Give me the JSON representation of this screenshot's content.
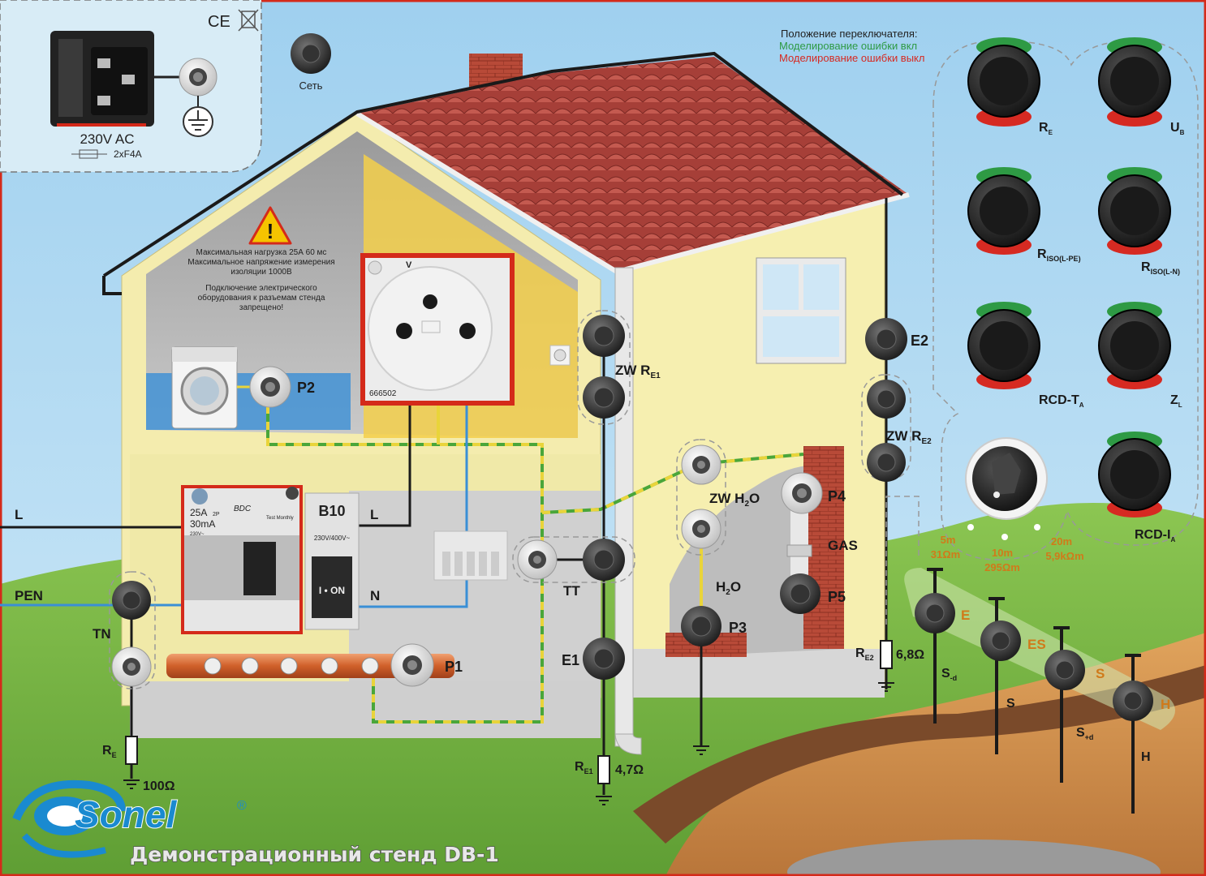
{
  "colors": {
    "sky": "#a8d4ee",
    "grass": "#7cb84a",
    "wall": "#f6efb0",
    "roof": "#a8413a",
    "on_green": "#2e9a44",
    "off_red": "#d62a22",
    "wire_blue": "#3a8fd6",
    "wire_pe_yellow": "#e9d43a",
    "wire_pe_green": "#4aa63a",
    "label_orange": "#d07a1a"
  },
  "header": {
    "ce_mark": "CE",
    "power_rating": "230V AC",
    "fuse": "2xF4A",
    "mains_label": "Сеть"
  },
  "warning": {
    "line1": "Максимальная нагрузка 25А 60 мс",
    "line2": "Максимальное напряжение измерения",
    "line3": "изоляции 1000В",
    "line4": "Подключение электрического",
    "line5": "оборудования к разъемам стенда",
    "line6": "запрещено!"
  },
  "socket": {
    "code": "666502",
    "mark": "V"
  },
  "rcd": {
    "rating": "25A",
    "poles": "2P",
    "trip": "30mA",
    "brand": "BDC",
    "test": "Test Monthly",
    "volt": "230V~"
  },
  "mcb": {
    "rating": "B10",
    "volt": "230V/400V~",
    "switch": "I • ON"
  },
  "legend": {
    "title": "Положение переключателя:",
    "on": "Моделирование ошибки вкл",
    "off": "Моделирование ошибки выкл"
  },
  "switches": {
    "re": {
      "main": "R",
      "sub": "E"
    },
    "ub": {
      "main": "U",
      "sub": "B"
    },
    "riso_lpe": {
      "main": "R",
      "sub": "ISO(L-PE)"
    },
    "riso_ln": {
      "main": "R",
      "sub": "ISO(L-N)"
    },
    "rcd_ta": {
      "main": "RCD-T",
      "sub": "A"
    },
    "zl": {
      "main": "Z",
      "sub": "L"
    },
    "rcd_ia": {
      "main": "RCD-I",
      "sub": "A"
    }
  },
  "rotary": {
    "p1_dist": "5m",
    "p1_res": "31Ωm",
    "p2_dist": "10m",
    "p2_res": "295Ωm",
    "p3_dist": "20m",
    "p3_res": "5,9kΩm"
  },
  "labels": {
    "p2": "P2",
    "p1": "P1",
    "p3": "P3",
    "p4": "P4",
    "p5": "P5",
    "l_left": "L",
    "l_mid": "L",
    "n": "N",
    "pen": "PEN",
    "tn": "TN",
    "tt": "TT",
    "e1": "E1",
    "e2": "E2",
    "zw_re1_main": "ZW R",
    "zw_re1_sub": "E1",
    "zw_re2_main": "ZW R",
    "zw_re2_sub": "E2",
    "zw_h2o_main": "ZW H",
    "zw_h2o_sub": "2",
    "zw_h2o_tail": "O",
    "h2o_main": "H",
    "h2o_sub": "2",
    "h2o_tail": "O",
    "gas": "GAS",
    "re_main": "R",
    "re_sub": "E",
    "re_value": "100Ω",
    "re1_main": "R",
    "re1_sub": "E1",
    "re1_value": "4,7Ω",
    "re2_main": "R",
    "re2_sub": "E2",
    "re2_value": "6,8Ω",
    "probe_e": "E",
    "probe_es": "ES",
    "probe_s": "S",
    "probe_h": "H",
    "s_minus_main": "S",
    "s_minus_sub": "-d",
    "s_main": "S",
    "s_plus_main": "S",
    "s_plus_sub": "+d",
    "h_bottom": "H"
  },
  "brand": {
    "logo": "Sonel",
    "reg": "®",
    "stand_title": "Демонстрационный стенд DB-1"
  }
}
